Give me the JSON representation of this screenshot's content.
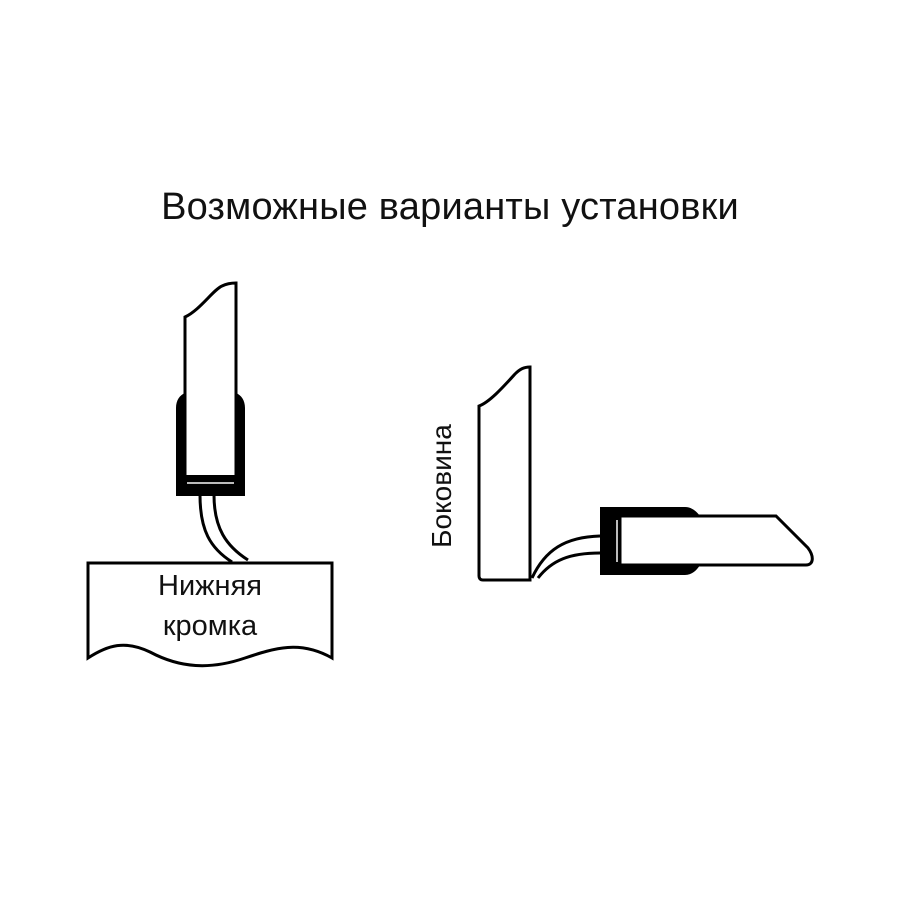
{
  "title": "Возможные варианты установки",
  "labels": {
    "bottom_edge_line1": "Нижняя",
    "bottom_edge_line2": "кромка",
    "side_panel": "Боковина"
  },
  "colors": {
    "background": "#ffffff",
    "stroke": "#000000",
    "seal_fill": "#000000",
    "panel_fill": "#ffffff"
  },
  "variants": [
    {
      "name": "bottom-edge-mount",
      "label": "Нижняя кромка"
    },
    {
      "name": "side-panel-mount",
      "label": "Боковина"
    }
  ]
}
